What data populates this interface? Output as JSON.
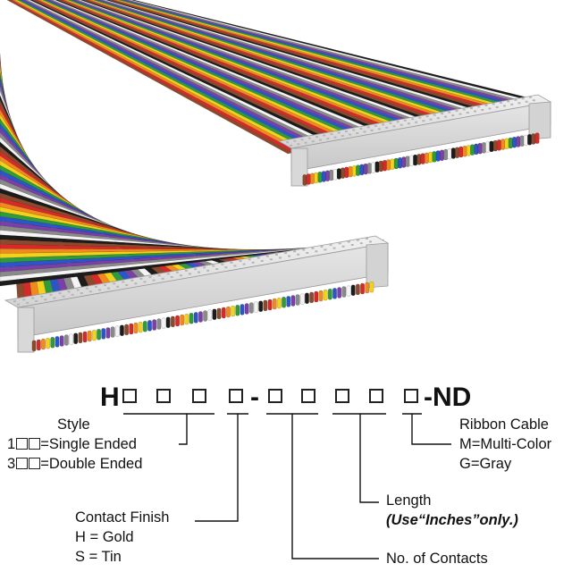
{
  "part_number": {
    "prefix": "H",
    "dash1": "-",
    "suffix": "-ND"
  },
  "annotations": {
    "style": {
      "title": "Style",
      "line1_prefix": "1",
      "line1_text": "=Single Ended",
      "line2_prefix": "3",
      "line2_text": "=Double Ended"
    },
    "contact_finish": {
      "title": "Contact Finish",
      "line1": "H = Gold",
      "line2": "S = Tin"
    },
    "contacts": {
      "title": "No. of Contacts"
    },
    "length": {
      "title": "Length",
      "note": "(Use“Inches”only.)"
    },
    "ribbon": {
      "title": "Ribbon Cable",
      "line1": "M=Multi-Color",
      "line2": "G=Gray"
    }
  },
  "colors": {
    "wire_palette": [
      "#8b4a2b",
      "#d62a2a",
      "#f08a1e",
      "#f2d21b",
      "#2f9b3a",
      "#2a56c8",
      "#7b3fa8",
      "#8a8a8a",
      "#f4f4f4",
      "#1c1c1c"
    ],
    "connector": "#dedede",
    "text": "#111111"
  }
}
